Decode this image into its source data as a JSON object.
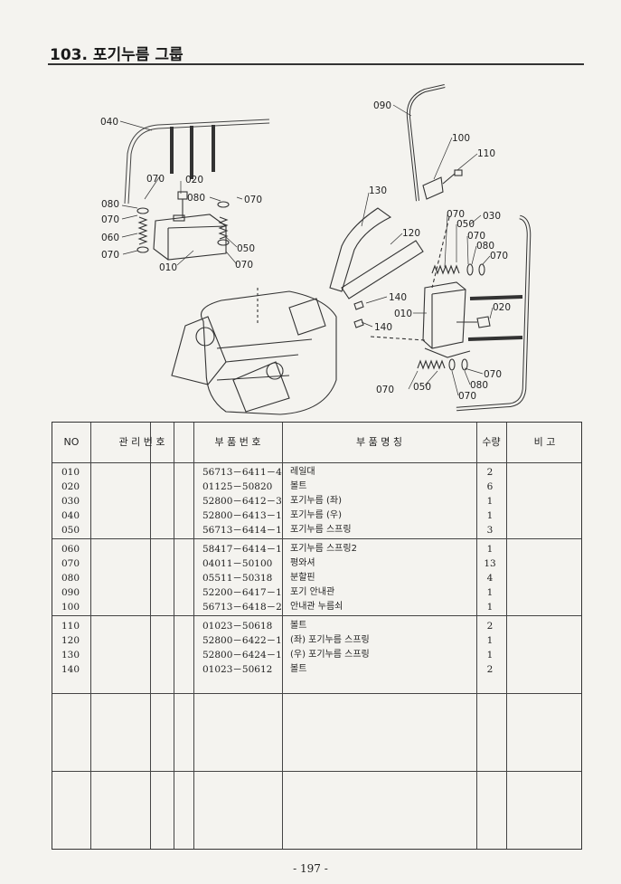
{
  "page": {
    "title": "103. 포기누름 그룹",
    "page_number": "- 197 -"
  },
  "diagram": {
    "callouts": [
      "040",
      "070",
      "020",
      "080",
      "070",
      "080",
      "070",
      "060",
      "070",
      "010",
      "050",
      "070",
      "090",
      "100",
      "110",
      "130",
      "120",
      "070",
      "050",
      "030",
      "070",
      "080",
      "070",
      "140",
      "140",
      "010",
      "020",
      "070",
      "050",
      "080",
      "070",
      "070"
    ]
  },
  "table": {
    "headers": {
      "no": "NO",
      "mgmt": "관 리 번 호",
      "part_no": "부 품 번 호",
      "part_name": "부 품 명 칭",
      "qty": "수량",
      "remarks": "비 고"
    },
    "rows": [
      {
        "no": "010",
        "part_no": "56713－6411－4",
        "name": "레일대",
        "qty": "2"
      },
      {
        "no": "020",
        "part_no": "01125－50820",
        "name": "볼트",
        "qty": "6"
      },
      {
        "no": "030",
        "part_no": "52800－6412－3",
        "name": "포기누름 (좌)",
        "qty": "1"
      },
      {
        "no": "040",
        "part_no": "52800－6413－1",
        "name": "포기누름 (우)",
        "qty": "1"
      },
      {
        "no": "050",
        "part_no": "56713－6414－1",
        "name": "포기누름 스프링",
        "qty": "3"
      },
      {
        "no": "060",
        "part_no": "58417－6414－1",
        "name": "포기누름 스프링2",
        "qty": "1"
      },
      {
        "no": "070",
        "part_no": "04011－50100",
        "name": "평와셔",
        "qty": "13"
      },
      {
        "no": "080",
        "part_no": "05511－50318",
        "name": "분할핀",
        "qty": "4"
      },
      {
        "no": "090",
        "part_no": "52200－6417－1",
        "name": "포기 안내관",
        "qty": "1"
      },
      {
        "no": "100",
        "part_no": "56713－6418－2",
        "name": "안내관 누름쇠",
        "qty": "1"
      },
      {
        "no": "110",
        "part_no": "01023－50618",
        "name": "볼트",
        "qty": "2"
      },
      {
        "no": "120",
        "part_no": "52800－6422－1",
        "name": "(좌) 포기누름 스프링",
        "qty": "1"
      },
      {
        "no": "130",
        "part_no": "52800－6424－1",
        "name": "(우) 포기누름 스프링",
        "qty": "1"
      },
      {
        "no": "140",
        "part_no": "01023－50612",
        "name": "볼트",
        "qty": "2"
      }
    ]
  }
}
